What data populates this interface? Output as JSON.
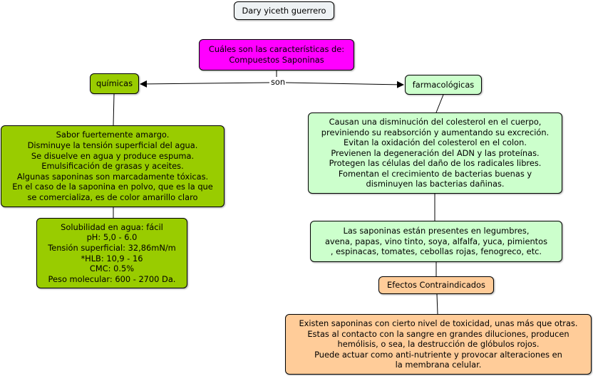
{
  "colors": {
    "title_bg": "#eef2f4",
    "root_bg": "#ff00ff",
    "green_dark": "#99cc00",
    "green_light": "#ccffcc",
    "orange": "#ffcc99",
    "line": "#000000"
  },
  "nodes": {
    "author": "Dary yiceth guerrero",
    "root": "Cuáles son las características de:\nCompuestos Saponinas",
    "quimicas": "químicas",
    "farmacologicas": "farmacológicas",
    "quimicas_desc": "Sabor fuertemente amargo.\nDisminuye la tensión superficial del agua.\nSe disuelve en agua y produce espuma.\nEmulsificación de grasas y aceites.\nAlgunas saponinas son marcadamente tóxicas.\nEn el caso de la saponina en polvo, que es la que\nse comercializa, es de color amarillo claro",
    "quimicas_props": "Solubilidad en agua: fácil\npH: 5,0 - 6.0\nTensión superficial: 32,86mN/m\n*HLB: 10,9 - 16\nCMC: 0.5%\nPeso molecular: 600 - 2700 Da.",
    "farm_desc": "Causan una disminución del colesterol en el cuerpo,\npreviniendo su reabsorción  y aumentando su excreción.\nEvitan la oxidación del colesterol en el colon.\nPrevienen la degeneración del ADN y las proteínas.\nProtegen las células del daño de los radicales libres.\nFomentan el crecimiento de bacterias buenas y\ndisminuyen las bacterias dañinas.",
    "fuentes": "Las saponinas están presentes en legumbres,\navena, papas, vino tinto, soya, alfalfa, yuca, pimientos\n, espinacas, tomates, cebollas rojas, fenogreco, etc.",
    "efectos": "Efectos Contraindicados",
    "efectos_desc": "Existen saponinas con cierto nivel de toxicidad, unas más que otras.\nEstas al contacto con la sangre en grandes diluciones, producen\nhemólisis, o sea, la destrucción de glóbulos rojos.\nPuede actuar como anti-nutriente y provocar alteraciones en\nla membrana celular."
  },
  "link_label": "son"
}
